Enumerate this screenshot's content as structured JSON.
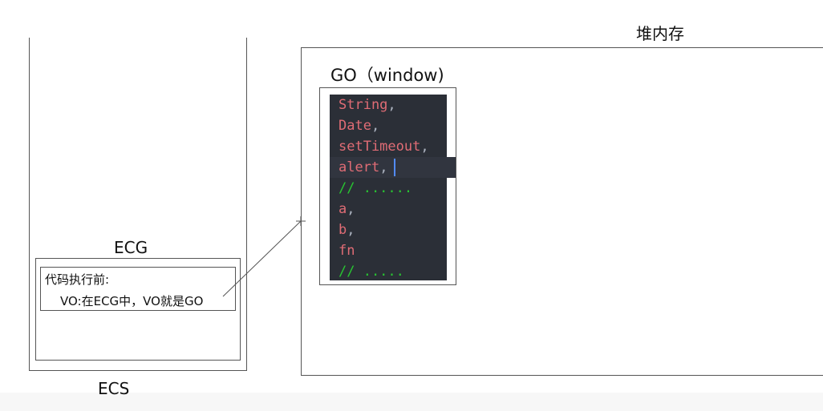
{
  "heap": {
    "label": "堆内存"
  },
  "ecs": {
    "label": "ECS"
  },
  "ecg": {
    "label": "ECG",
    "line1": "代码执行前:",
    "line2": "VO:在ECG中，VO就是GO"
  },
  "go": {
    "label": "GO（window)",
    "code_lines": [
      {
        "text": "String",
        "punc": ",",
        "kind": "identifier"
      },
      {
        "text": "Date",
        "punc": ",",
        "kind": "identifier"
      },
      {
        "text": "setTimeout",
        "punc": ",",
        "kind": "identifier"
      },
      {
        "text": "alert",
        "punc": ",",
        "kind": "identifier",
        "cursor": true
      },
      {
        "text": "// ......",
        "punc": "",
        "kind": "comment"
      },
      {
        "text": "a",
        "punc": ",",
        "kind": "identifier"
      },
      {
        "text": "b",
        "punc": ",",
        "kind": "identifier"
      },
      {
        "text": "fn",
        "punc": "",
        "kind": "identifier"
      },
      {
        "text": "// .....",
        "punc": "",
        "kind": "comment"
      }
    ]
  },
  "colors": {
    "code_background": "#2b2f37",
    "identifier": "#e06c75",
    "comment": "#28c431",
    "cursor": "#528bff"
  }
}
